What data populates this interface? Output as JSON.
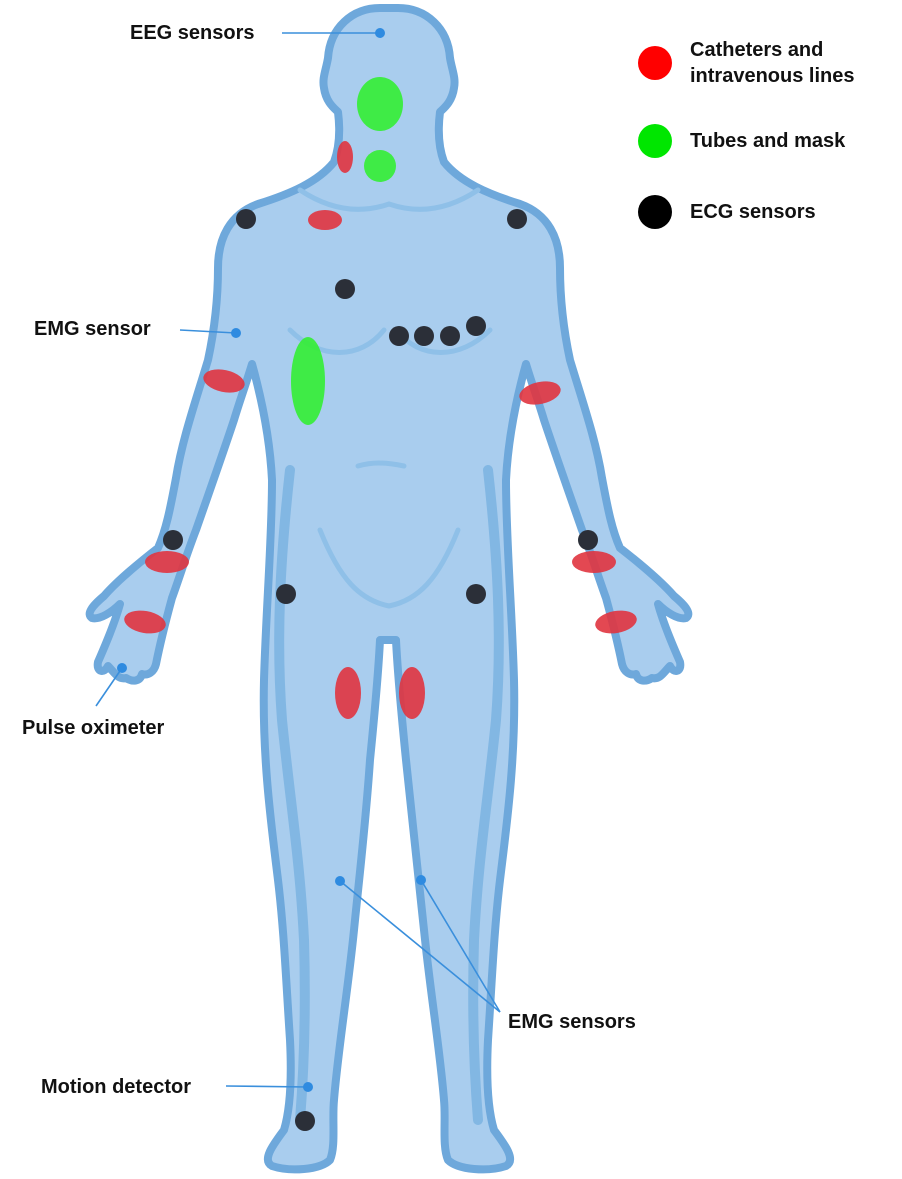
{
  "legend": {
    "items": [
      {
        "key": "catheters",
        "line1": "Catheters and",
        "line2": "intravenous lines",
        "color": "#ff0000"
      },
      {
        "key": "tubes",
        "line1": "Tubes and mask",
        "line2": "",
        "color": "#00e600"
      },
      {
        "key": "ecg",
        "line1": "ECG sensors",
        "line2": "",
        "color": "#000000"
      }
    ]
  },
  "callouts": {
    "eeg": "EEG sensors",
    "emg_arm": "EMG sensor",
    "pulse": "Pulse oximeter",
    "emg_legs": "EMG sensors",
    "motion": "Motion detector"
  },
  "colors": {
    "body_fill": "#a9cdee",
    "body_outline": "#6ea8db",
    "body_shade": "#82b7e3",
    "callout_line": "#3a8fdc",
    "catheter_marker": "#e0343f",
    "tube_marker": "#33ee33",
    "ecg_marker": "#2b2f38",
    "sensor_dot": "#2f8be0"
  }
}
